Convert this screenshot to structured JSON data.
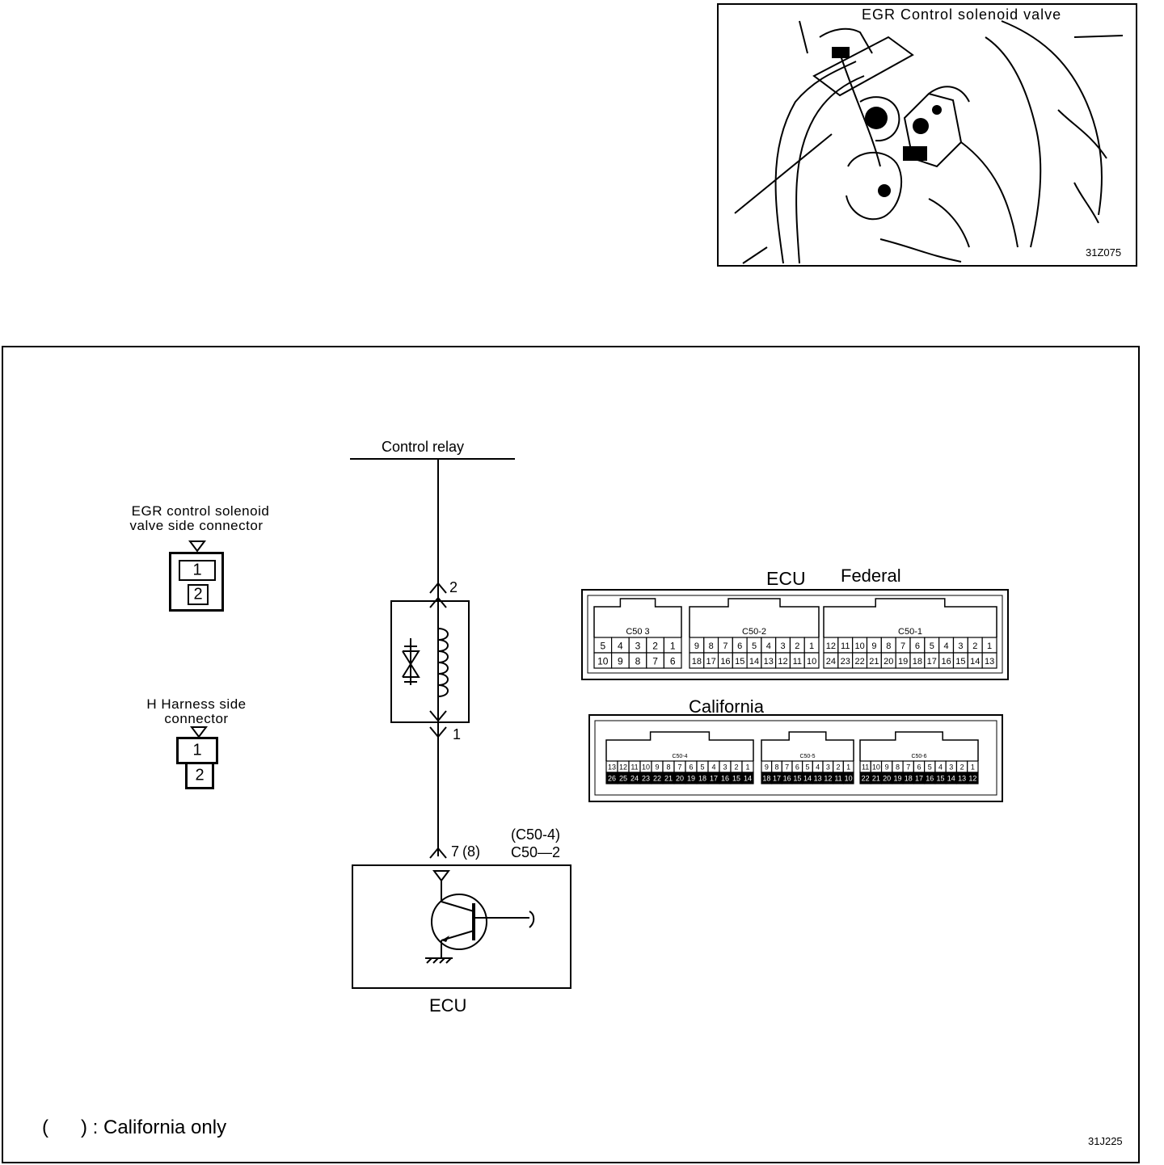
{
  "photo": {
    "title": "EGR Control solenoid valve",
    "code": "31Z075"
  },
  "diagram": {
    "code": "31J225",
    "footnote": "(      ) : California only"
  },
  "circuit": {
    "relay_label": "Control relay",
    "pin_top": "2",
    "pin_bottom": "1",
    "ecu_pin": "7",
    "ecu_pin_alt": "(8)",
    "ecu_connector_alt": "(C50-4)",
    "ecu_connector": "C50—2",
    "ecu_label": "ECU"
  },
  "solenoid_connector": {
    "title_line1": "EGR control solenoid",
    "title_line2": "valve side connector",
    "pin1": "1",
    "pin2": "2"
  },
  "harness_connector": {
    "title_line1": "H Harness side",
    "title_line2": "connector",
    "pin1": "1",
    "pin2": "2"
  },
  "ecu_federal": {
    "title": "ECU",
    "variant": "Federal",
    "groups": [
      {
        "name": "C50 3",
        "row1": [
          "5",
          "4",
          "3",
          "2",
          "1"
        ],
        "row2": [
          "10",
          "9",
          "8",
          "7",
          "6"
        ]
      },
      {
        "name": "C50-2",
        "row1": [
          "9",
          "8",
          "7",
          "6",
          "5",
          "4",
          "3",
          "2",
          "1"
        ],
        "row2": [
          "18",
          "17",
          "16",
          "15",
          "14",
          "13",
          "12",
          "11",
          "10"
        ]
      },
      {
        "name": "C50-1",
        "row1": [
          "12",
          "11",
          "10",
          "9",
          "8",
          "7",
          "6",
          "5",
          "4",
          "3",
          "2",
          "1"
        ],
        "row2": [
          "24",
          "23",
          "22",
          "21",
          "20",
          "19",
          "18",
          "17",
          "16",
          "15",
          "14",
          "13"
        ]
      }
    ]
  },
  "ecu_california": {
    "variant": "California",
    "groups": [
      {
        "name": "C50-4",
        "row1": [
          "13",
          "12",
          "11",
          "10",
          "9",
          "8",
          "7",
          "6",
          "5",
          "4",
          "3",
          "2",
          "1"
        ],
        "row2": [
          "26",
          "25",
          "24",
          "23",
          "22",
          "21",
          "20",
          "19",
          "18",
          "17",
          "16",
          "15",
          "14"
        ]
      },
      {
        "name": "C50-5",
        "row1": [
          "9",
          "8",
          "7",
          "6",
          "5",
          "4",
          "3",
          "2",
          "1"
        ],
        "row2": [
          "18",
          "17",
          "16",
          "15",
          "14",
          "13",
          "12",
          "11",
          "10"
        ]
      },
      {
        "name": "C50-6",
        "row1": [
          "11",
          "10",
          "9",
          "8",
          "7",
          "6",
          "5",
          "4",
          "3",
          "2",
          "1"
        ],
        "row2": [
          "22",
          "21",
          "20",
          "19",
          "18",
          "17",
          "16",
          "15",
          "14",
          "13",
          "12"
        ]
      }
    ]
  }
}
